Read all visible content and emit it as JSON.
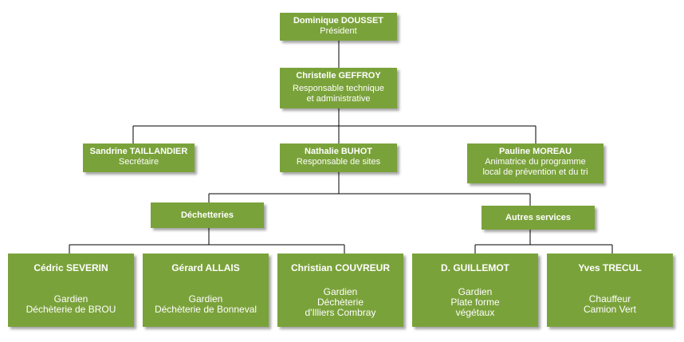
{
  "org": {
    "president": {
      "name": "Dominique DOUSSET",
      "role": "Président"
    },
    "manager": {
      "name": "Christelle GEFFROY",
      "role_line1": "Responsable technique",
      "role_line2": "et administrative"
    },
    "secretary": {
      "name": "Sandrine TAILLANDIER",
      "role": "Secrétaire"
    },
    "site_manager": {
      "name": "Nathalie BUHOT",
      "role": "Responsable de sites"
    },
    "prevention": {
      "name": "Pauline MOREAU",
      "role_line1": "Animatrice du programme",
      "role_line2": "local de prévention et du tri"
    },
    "groups": {
      "decheteries": "Déchetteries",
      "autres": "Autres services"
    },
    "staff": [
      {
        "name": "Cédric SEVERIN",
        "role_lines": [
          "Gardien",
          "Déchèterie de BROU"
        ]
      },
      {
        "name": "Gérard ALLAIS",
        "role_lines": [
          "Gardien",
          "Déchèterie de Bonneval"
        ]
      },
      {
        "name": "Christian COUVREUR",
        "role_lines": [
          "Gardien",
          "Déchèterie",
          "d'Illiers Combray"
        ]
      },
      {
        "name": "D. GUILLEMOT",
        "role_lines": [
          "Gardien",
          "Plate forme",
          "végétaux"
        ]
      },
      {
        "name": "Yves TRECUL",
        "role_lines": [
          "Chauffeur",
          "Camion Vert"
        ]
      }
    ]
  },
  "colors": {
    "box": "#7aa23a",
    "text": "#ffffff",
    "line": "#000000"
  }
}
